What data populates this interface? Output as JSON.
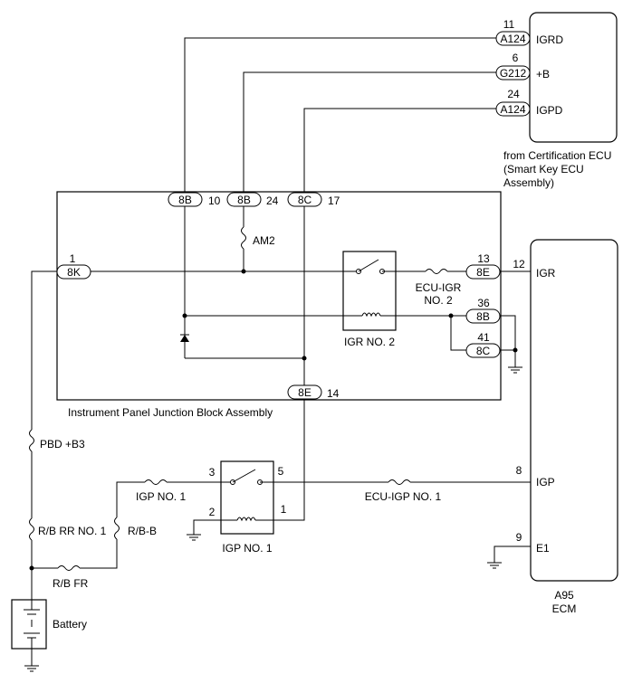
{
  "cert_ecu": {
    "pins": [
      {
        "num": "11",
        "connector": "A124",
        "name": "IGRD"
      },
      {
        "num": "6",
        "connector": "G212",
        "name": "+B"
      },
      {
        "num": "24",
        "connector": "A124",
        "name": "IGPD"
      }
    ],
    "caption": [
      "from Certification ECU",
      "(Smart Key ECU",
      "Assembly)"
    ]
  },
  "junction_block": {
    "label": "Instrument Panel Junction Block Assembly",
    "top_connectors": [
      {
        "connector": "8B",
        "num": "10"
      },
      {
        "connector": "8B",
        "num": "24"
      },
      {
        "connector": "8C",
        "num": "17"
      }
    ],
    "left_connector": {
      "connector": "8K",
      "num": "1"
    },
    "right_connectors": [
      {
        "connector": "8E",
        "num": "13"
      },
      {
        "connector": "8B",
        "num": "36"
      },
      {
        "connector": "8C",
        "num": "41"
      }
    ],
    "bottom_connector": {
      "connector": "8E",
      "num": "14"
    },
    "fuse_am2": "AM2",
    "fuse_ecu_igr": [
      "ECU-IGR",
      "NO. 2"
    ],
    "relay": "IGR NO. 2"
  },
  "ecm": {
    "pins": [
      {
        "num": "12",
        "name": "IGR"
      },
      {
        "num": "8",
        "name": "IGP"
      },
      {
        "num": "9",
        "name": "E1"
      }
    ],
    "caption": [
      "A95",
      "ECM"
    ]
  },
  "igp_relay": {
    "label": "IGP NO. 1",
    "pins": [
      "3",
      "5",
      "2",
      "1"
    ]
  },
  "fuses": {
    "pbd": "PBD +B3",
    "igp_no1": "IGP NO. 1",
    "ecu_igp": "ECU-IGP NO. 1",
    "rb_rr": "R/B RR NO. 1",
    "rb_b": "R/B-B",
    "rb_fr": "R/B FR"
  },
  "battery": "Battery"
}
